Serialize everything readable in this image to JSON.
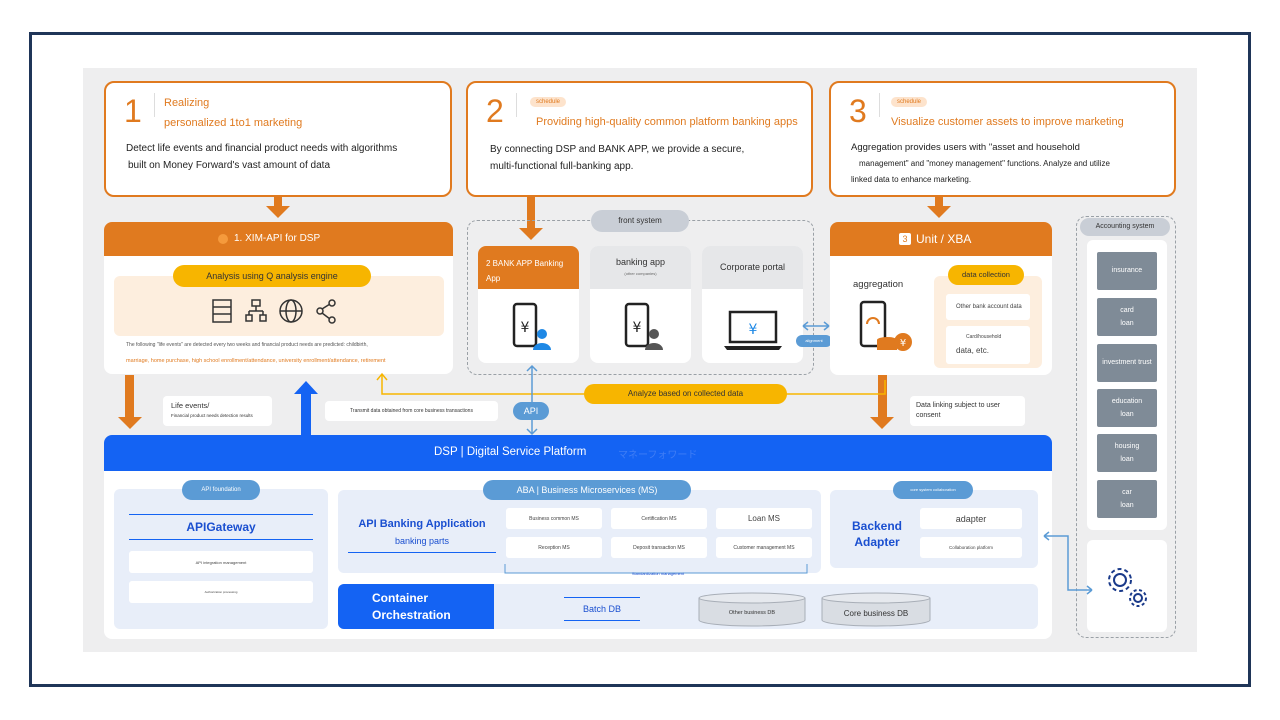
{
  "steps": [
    {
      "num": "1",
      "title_line1": "Realizing",
      "title_line2": "personalized 1to1 marketing",
      "desc_line1": "Detect life events and financial product needs with algorithms",
      "desc_line2": "built on Money Forward's vast amount of data"
    },
    {
      "num": "2",
      "schedule": "schedule",
      "title": "Providing high-quality common platform banking apps",
      "desc_line1": "By connecting DSP and BANK APP, we provide a secure,",
      "desc_line2": "multi-functional full-banking app."
    },
    {
      "num": "3",
      "schedule": "schedule",
      "title": "Visualize customer assets to improve marketing",
      "desc_line1": "Aggregation provides users with \"asset and household",
      "desc_line2": "management\" and \"money management\" functions. Analyze and utilize",
      "desc_line3": "linked data to enhance marketing."
    }
  ],
  "ximapi": {
    "header": "1. XIM-API for DSP",
    "analysis_pill": "Analysis using Q analysis engine",
    "note_line1": "The following \"life events\" are detected every two weeks and financial product needs are predicted: childbirth,",
    "note_line2": "marriage, home purchase, high school enrollment/attendance, university enrollment/attendance, retirement"
  },
  "front": {
    "label": "front system",
    "bank_app": "2 BANK APP Banking App",
    "banking_app": "banking app",
    "banking_app_sub": "(other companies)",
    "corporate_portal": "Corporate portal",
    "alignment": "alignment"
  },
  "unit": {
    "badge": "3",
    "header": "Unit / XBA",
    "aggregation": "aggregation",
    "data_collection": "data collection",
    "other_bank": "Other bank account data",
    "card_sub": "Card/household",
    "data_etc": "data, etc."
  },
  "labels": {
    "life_events": "Life events/",
    "life_events_sub": "Financial product needs detection results",
    "transmit": "Transmit data obtained from core business transactions",
    "api": "API",
    "analyze": "Analyze based on collected data",
    "data_linking": "Data linking subject to user consent"
  },
  "dsp": {
    "title": "DSP | Digital Service Platform",
    "subtitle": "マネーフォワード"
  },
  "api_foundation": {
    "pill": "API foundation",
    "title": "APIGateway",
    "row1": "API integration management",
    "row2": "Authorization processing"
  },
  "aba": {
    "pill": "ABA | Business Microservices (MS)",
    "title_line1": "API Banking Application",
    "title_line2": "banking parts",
    "ms": [
      "Business common MS",
      "Certification MS",
      "Loan MS",
      "Reception MS",
      "Deposit transaction MS",
      "Customer management MS"
    ],
    "foundation": "Standardization management"
  },
  "backend": {
    "pill": "core system collaboration",
    "title_line1": "Backend",
    "title_line2": "Adapter",
    "adapter": "adapter",
    "collab": "Collaboration platform"
  },
  "container": {
    "title_line1": "Container",
    "title_line2": "Orchestration",
    "batch_db": "Batch DB",
    "other_db": "Other business DB",
    "core_db": "Core business DB"
  },
  "accounting": {
    "title": "Accounting system",
    "items": [
      {
        "l1": "insurance",
        "l2": ""
      },
      {
        "l1": "card",
        "l2": "loan"
      },
      {
        "l1": "investment trust",
        "l2": ""
      },
      {
        "l1": "education",
        "l2": "loan"
      },
      {
        "l1": "housing",
        "l2": "loan"
      },
      {
        "l1": "car",
        "l2": "loan"
      }
    ]
  },
  "colors": {
    "orange": "#e07a1f",
    "blue": "#1463f3",
    "yellow": "#f7b500",
    "navy": "#1f3558"
  }
}
